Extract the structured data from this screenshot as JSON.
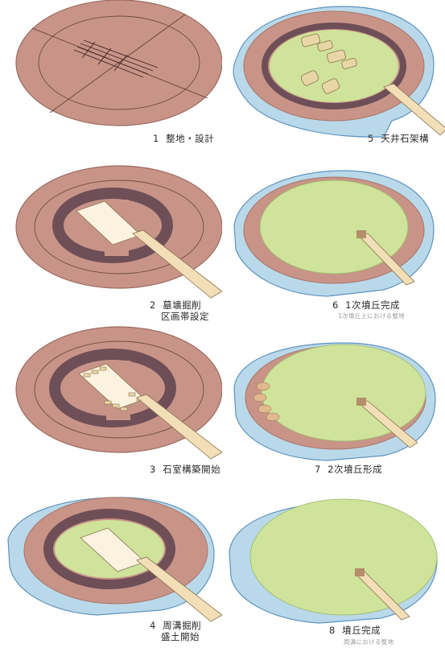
{
  "panels": [
    {
      "num": "1",
      "title": "整地・設計",
      "sub": ""
    },
    {
      "num": "2",
      "title": "墓壙掘削",
      "sub": "区画帯設定"
    },
    {
      "num": "3",
      "title": "石室構築開始",
      "sub": ""
    },
    {
      "num": "4",
      "title": "周溝掘削",
      "sub": "盛土開始"
    },
    {
      "num": "5",
      "title": "天井石架構",
      "sub": ""
    },
    {
      "num": "6",
      "title": "1次墳丘完成",
      "sub": ""
    },
    {
      "num": "7",
      "title": "2次墳丘形成",
      "sub": ""
    },
    {
      "num": "8",
      "title": "墳丘完成",
      "sub": ""
    }
  ],
  "notes": {
    "p6": "1次墳丘上における整地",
    "p8": "周溝における整地"
  },
  "colors": {
    "ground": "#c99488",
    "ground_edge": "#a87467",
    "moat": "#6e4f57",
    "mound": "#cfe39a",
    "water": "#b9d9ea",
    "water_edge": "#5f93bd",
    "stone": "#e9d6a6",
    "ramp": "#f2dfb8"
  }
}
